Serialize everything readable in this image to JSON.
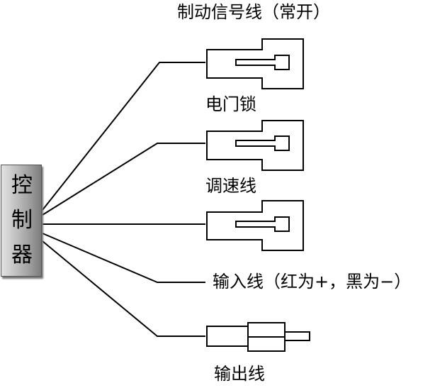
{
  "controller": {
    "chars": [
      "控",
      "制",
      "器"
    ]
  },
  "labels": {
    "brake_signal": "制动信号线（常开）",
    "lock": "电门锁",
    "speed": "调速线",
    "input": "输入线（红为+，黑为−）",
    "output": "输出线"
  }
}
